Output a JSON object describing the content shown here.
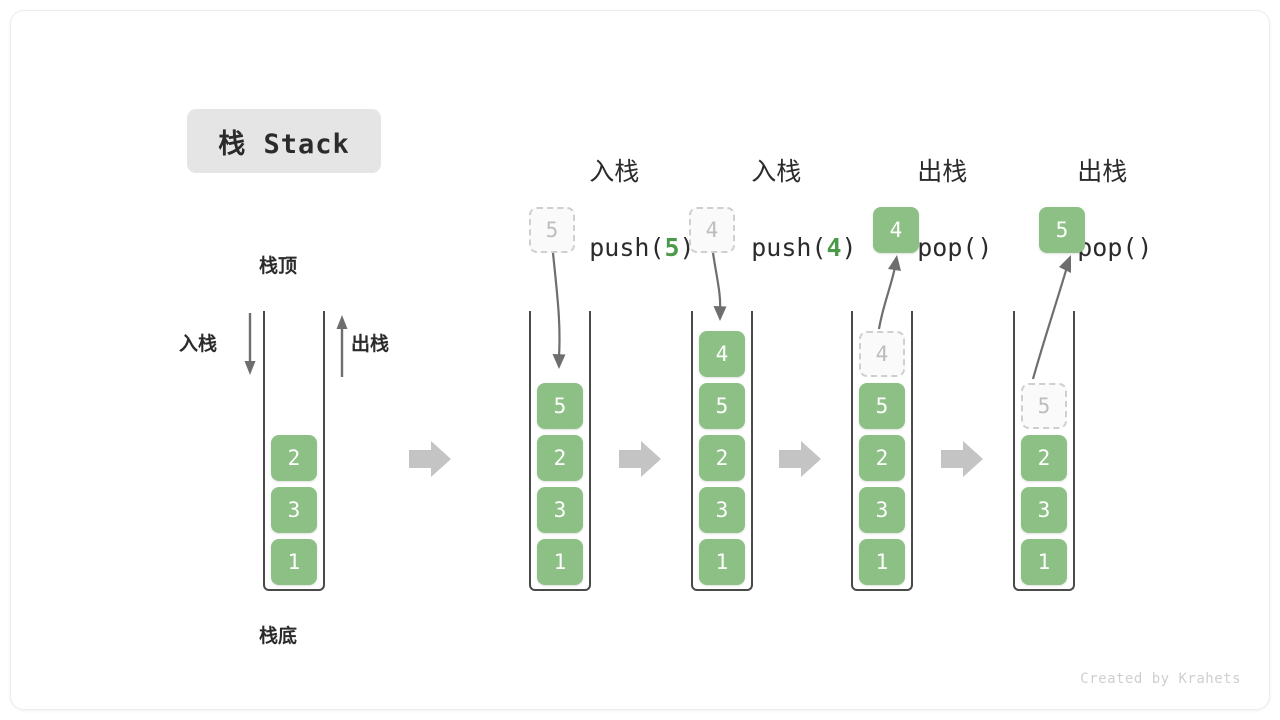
{
  "title": {
    "text": "栈 Stack"
  },
  "colors": {
    "element_green": "#8cc084",
    "ghost_grey": "#bdbdbd",
    "arrow_grey": "#6e6e6e",
    "transition_arrow": "#c4c4c4",
    "badge_bg": "#e5e5e5",
    "text_dark": "#2b2b2b",
    "accent_green_text": "#4a9a4a"
  },
  "labels": {
    "top": "栈顶",
    "bottom": "栈底",
    "push_side": "入栈",
    "pop_side": "出栈"
  },
  "steps": [
    {
      "id": "initial",
      "caption_cn": "",
      "caption_code": "",
      "code_prefix": "",
      "code_arg": "",
      "code_suffix": "",
      "cells": [
        {
          "value": "2",
          "state": "solid"
        },
        {
          "value": "3",
          "state": "solid"
        },
        {
          "value": "1",
          "state": "solid"
        }
      ],
      "floating": null
    },
    {
      "id": "push-5",
      "caption_cn": "入栈",
      "caption_code": "push(5)",
      "code_prefix": "push(",
      "code_arg": "5",
      "code_suffix": ")",
      "cells": [
        {
          "value": "5",
          "state": "solid"
        },
        {
          "value": "2",
          "state": "solid"
        },
        {
          "value": "3",
          "state": "solid"
        },
        {
          "value": "1",
          "state": "solid"
        }
      ],
      "floating": {
        "value": "5",
        "state": "ghost",
        "direction": "into-stack"
      }
    },
    {
      "id": "push-4",
      "caption_cn": "入栈",
      "caption_code": "push(4)",
      "code_prefix": "push(",
      "code_arg": "4",
      "code_suffix": ")",
      "cells": [
        {
          "value": "4",
          "state": "solid"
        },
        {
          "value": "5",
          "state": "solid"
        },
        {
          "value": "2",
          "state": "solid"
        },
        {
          "value": "3",
          "state": "solid"
        },
        {
          "value": "1",
          "state": "solid"
        }
      ],
      "floating": {
        "value": "4",
        "state": "ghost",
        "direction": "into-stack"
      }
    },
    {
      "id": "pop-4",
      "caption_cn": "出栈",
      "caption_code": "pop()",
      "code_prefix": "pop(",
      "code_arg": "",
      "code_suffix": ")",
      "cells": [
        {
          "value": "4",
          "state": "ghost"
        },
        {
          "value": "5",
          "state": "solid"
        },
        {
          "value": "2",
          "state": "solid"
        },
        {
          "value": "3",
          "state": "solid"
        },
        {
          "value": "1",
          "state": "solid"
        }
      ],
      "floating": {
        "value": "4",
        "state": "solid",
        "direction": "out-of-stack"
      }
    },
    {
      "id": "pop-5",
      "caption_cn": "出栈",
      "caption_code": "pop()",
      "code_prefix": "pop(",
      "code_arg": "",
      "code_suffix": ")",
      "cells": [
        {
          "value": "5",
          "state": "ghost"
        },
        {
          "value": "2",
          "state": "solid"
        },
        {
          "value": "3",
          "state": "solid"
        },
        {
          "value": "1",
          "state": "solid"
        }
      ],
      "floating": {
        "value": "5",
        "state": "solid",
        "direction": "out-of-stack"
      }
    }
  ],
  "footer": {
    "credit": "Created by Krahets"
  }
}
